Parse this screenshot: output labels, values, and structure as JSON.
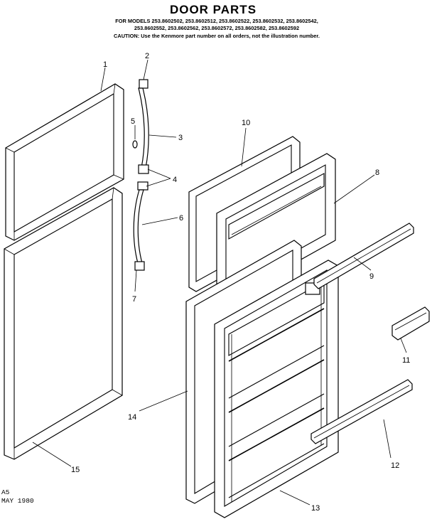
{
  "header": {
    "title": "DOOR PARTS",
    "models_line_1": "FOR MODELS 253.8602502, 253.8602512, 253.8602522, 253.8602532, 253.8602542,",
    "models_line_2": "253.8602552, 253.8602562, 253.8602572, 253.8602582, 253.8602592",
    "caution_line": "CAUTION: Use the Kenmore part number on all orders, not the illustration number."
  },
  "callouts": {
    "c1": "1",
    "c2": "2",
    "c3": "3",
    "c4": "4",
    "c5": "5",
    "c6": "6",
    "c7": "7",
    "c8": "8",
    "c9": "9",
    "c10": "10",
    "c11": "11",
    "c12": "12",
    "c13": "13",
    "c14": "14",
    "c15": "15"
  },
  "footer": {
    "code": "A5",
    "date": "MAY 1980"
  }
}
